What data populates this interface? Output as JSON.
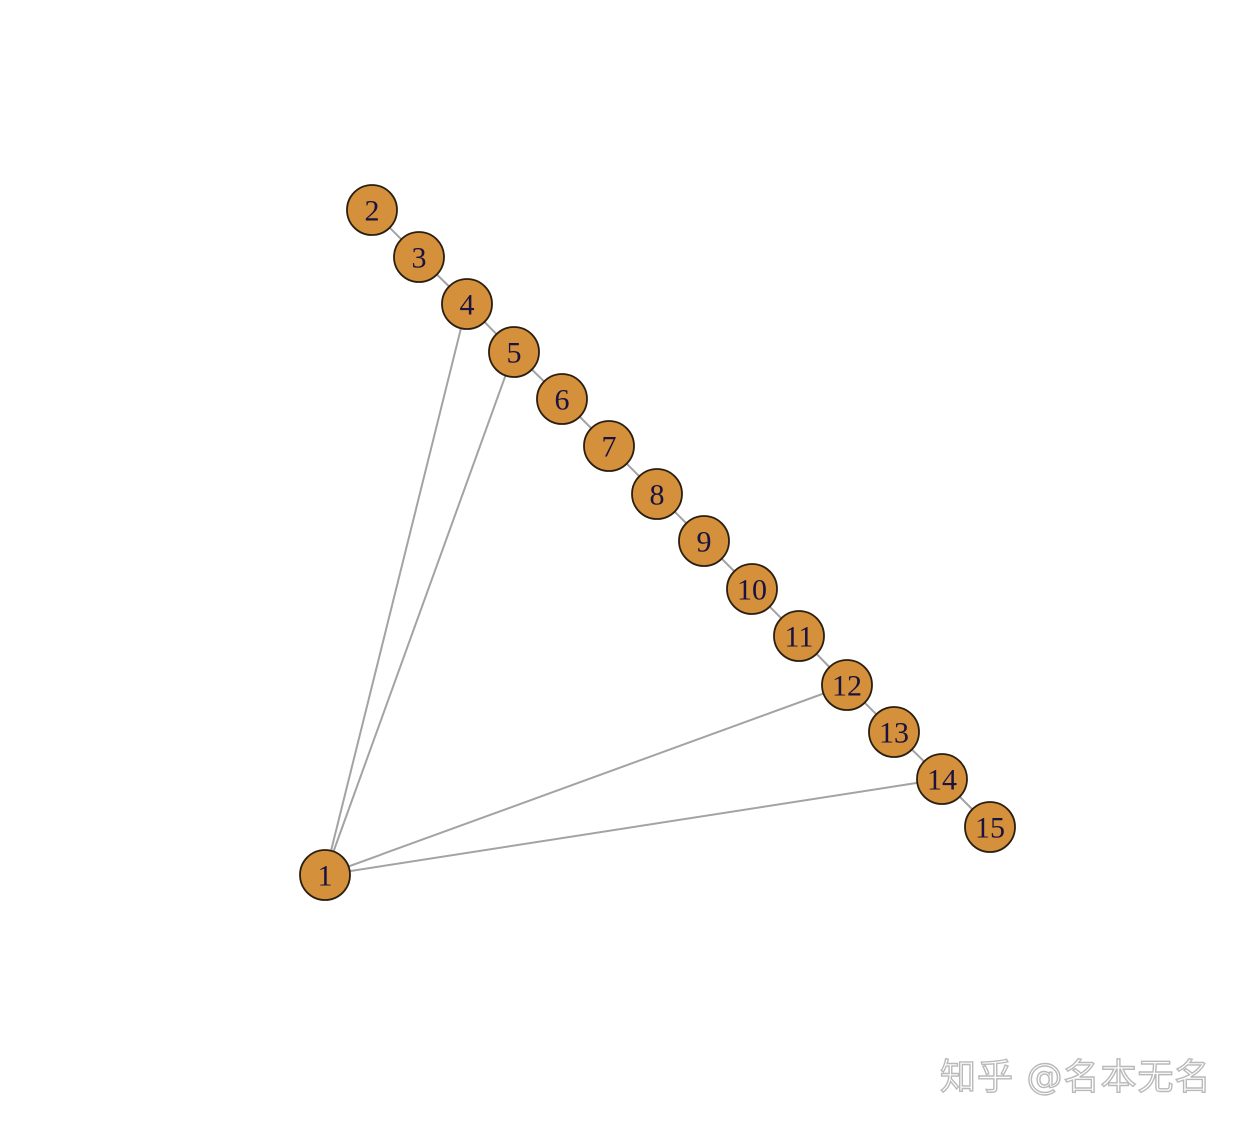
{
  "graph": {
    "node_color": "#d4903a",
    "edge_color": "#a3a3a3",
    "nodes": [
      {
        "id": "1"
      },
      {
        "id": "2"
      },
      {
        "id": "3"
      },
      {
        "id": "4"
      },
      {
        "id": "5"
      },
      {
        "id": "6"
      },
      {
        "id": "7"
      },
      {
        "id": "8"
      },
      {
        "id": "9"
      },
      {
        "id": "10"
      },
      {
        "id": "11"
      },
      {
        "id": "12"
      },
      {
        "id": "13"
      },
      {
        "id": "14"
      },
      {
        "id": "15"
      }
    ],
    "edges": [
      [
        "2",
        "3"
      ],
      [
        "3",
        "4"
      ],
      [
        "4",
        "5"
      ],
      [
        "5",
        "6"
      ],
      [
        "6",
        "7"
      ],
      [
        "7",
        "8"
      ],
      [
        "8",
        "9"
      ],
      [
        "9",
        "10"
      ],
      [
        "10",
        "11"
      ],
      [
        "11",
        "12"
      ],
      [
        "12",
        "13"
      ],
      [
        "13",
        "14"
      ],
      [
        "14",
        "15"
      ],
      [
        "1",
        "4"
      ],
      [
        "1",
        "5"
      ],
      [
        "1",
        "12"
      ],
      [
        "1",
        "14"
      ]
    ]
  },
  "watermark": {
    "text": "知乎 @名本无名"
  }
}
